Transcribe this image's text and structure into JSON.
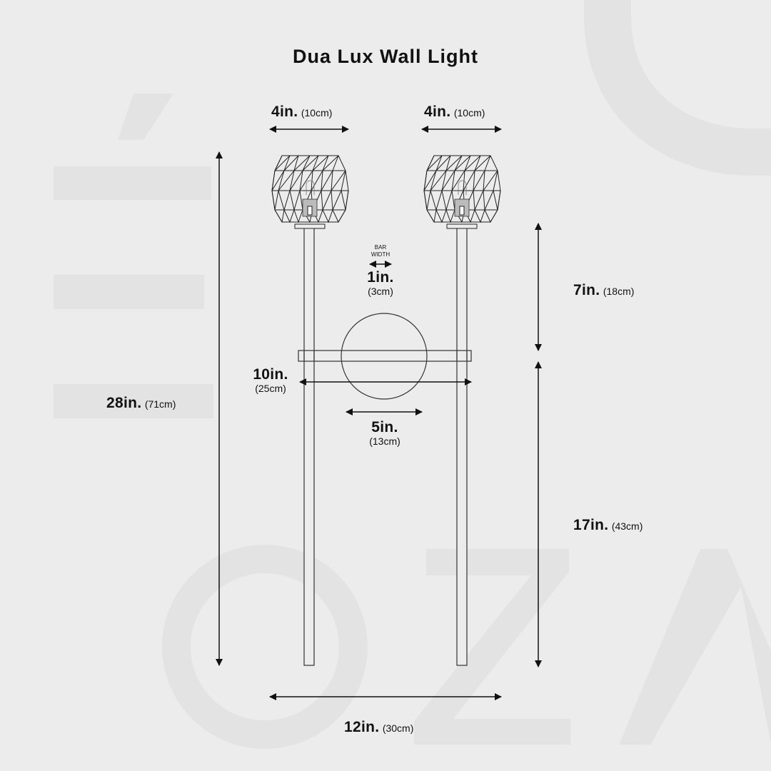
{
  "title": "Dua Lux Wall Light",
  "colors": {
    "background": "#ececec",
    "watermark": "#e3e3e3",
    "line": "#111111",
    "text": "#111111"
  },
  "watermark": {
    "letters": [
      "Ó",
      "Z",
      "A",
      "O"
    ],
    "description": "Large faded background letters (brand watermark)"
  },
  "dimensions": {
    "shade_left_width": {
      "imperial": "4in.",
      "metric": "(10cm)"
    },
    "shade_right_width": {
      "imperial": "4in.",
      "metric": "(10cm)"
    },
    "bar_width": {
      "caption_line1": "BAR",
      "caption_line2": "WIDTH",
      "imperial": "1in.",
      "metric": "(3cm)"
    },
    "upper_height": {
      "imperial": "7in.",
      "metric": "(18cm)"
    },
    "lower_height": {
      "imperial": "17in.",
      "metric": "(43cm)"
    },
    "total_height": {
      "imperial": "28in.",
      "metric": "(71cm)"
    },
    "crossbar_width": {
      "imperial": "10in.",
      "metric": "(25cm)"
    },
    "backplate_diameter": {
      "imperial": "5in.",
      "metric": "(13cm)"
    },
    "total_width": {
      "imperial": "12in.",
      "metric": "(30cm)"
    }
  }
}
